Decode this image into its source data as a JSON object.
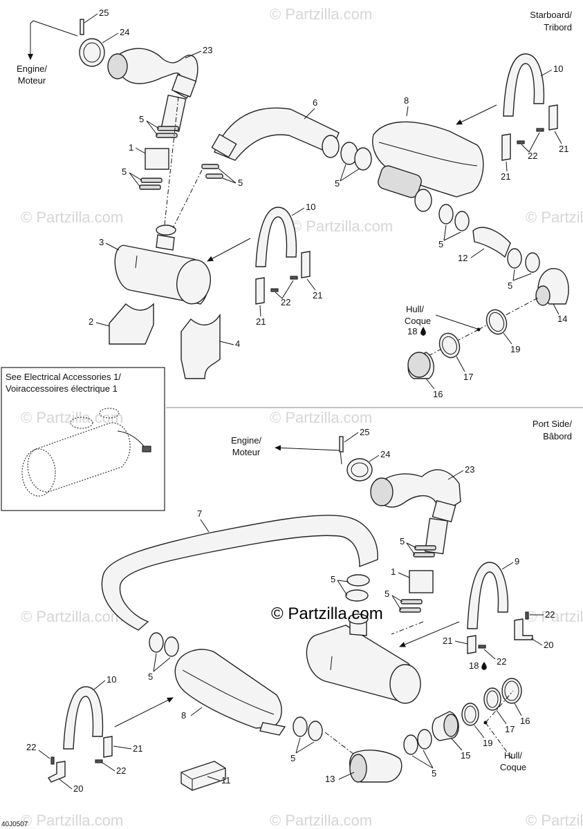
{
  "headings": {
    "starboard_1": "Starboard/",
    "starboard_2": "Tribord",
    "port_1": "Port Side/",
    "port_2": "Bâbord"
  },
  "direction_labels": {
    "engine_top_1": "Engine/",
    "engine_top_2": "Moteur",
    "engine_bottom_1": "Engine/",
    "engine_bottom_2": "Moteur",
    "hull_top_1": "Hull/",
    "hull_top_2": "Coque",
    "hull_bottom_1": "Hull/",
    "hull_bottom_2": "Coque"
  },
  "reference_box": {
    "line1": "See Electrical Accessories 1/",
    "line2": "Voiraccessoires électrique 1"
  },
  "watermark": {
    "faint": "© Partzilla.com",
    "bold": "© Partzilla.com"
  },
  "diagram_code": "40J0507",
  "callouts_top": {
    "c25": "25",
    "c24": "24",
    "c23": "23",
    "c5a": "5",
    "c1": "1",
    "c5b": "5",
    "c3": "3",
    "c6": "6",
    "c5c": "5",
    "c8": "8",
    "c10a": "10",
    "c21a": "21",
    "c22a": "22",
    "c21b": "21",
    "c5d": "5",
    "c5e": "5",
    "c12": "12",
    "c5f": "5",
    "c10b": "10",
    "c21c": "21",
    "c22b": "22",
    "c21d": "21",
    "c14": "14",
    "c18": "18",
    "c19": "19",
    "c17": "17",
    "c16": "16",
    "c2": "2",
    "c4": "4"
  },
  "callouts_bottom": {
    "c25": "25",
    "c24": "24",
    "c23": "23",
    "c7": "7",
    "c5a": "5",
    "c1": "1",
    "c5b": "5",
    "c5c": "5",
    "c9": "9",
    "c22a": "22",
    "c20a": "20",
    "c21a": "21",
    "c22b": "22",
    "c5d": "5",
    "c18": "18",
    "c16": "16",
    "c10": "10",
    "c8": "8",
    "c17": "17",
    "c19": "19",
    "c15": "15",
    "c5e": "5",
    "c5f": "5",
    "c22c": "22",
    "c21b": "21",
    "c22d": "22",
    "c20b": "20",
    "c11": "11",
    "c13": "13"
  }
}
